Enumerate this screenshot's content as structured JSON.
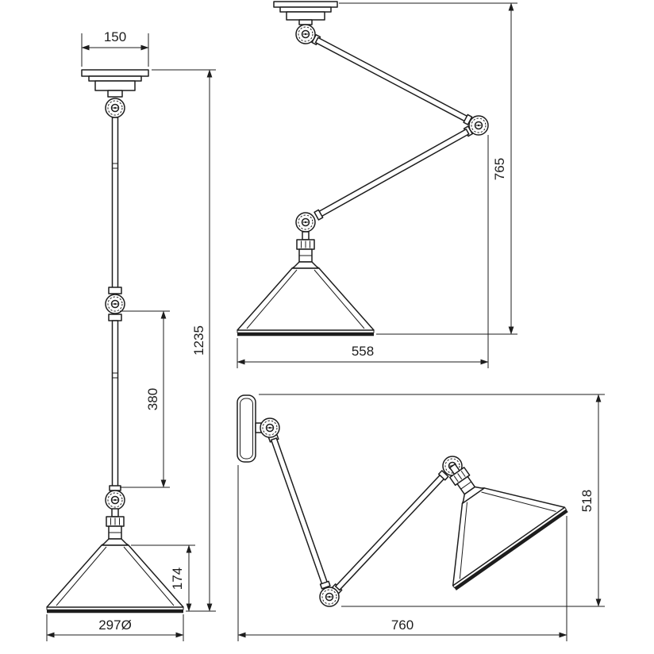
{
  "drawing": {
    "kind": "technical dimension drawing",
    "subject": "articulated pendant / wall lamp, three orthographic views",
    "colors": {
      "line": "#1d1d1d",
      "background": "#ffffff"
    }
  },
  "views": {
    "pendant_front": {
      "label": "straight pendant view",
      "dimensions": {
        "canopy_width": "150",
        "overall_height": "1235",
        "arm_section": "380",
        "shade_height": "174",
        "shade_diameter": "297Ø"
      }
    },
    "ceiling_articulated": {
      "label": "ceiling mounted articulated view",
      "dimensions": {
        "width": "558",
        "height": "765"
      }
    },
    "wall_articulated": {
      "label": "wall mounted articulated view",
      "dimensions": {
        "width": "760",
        "height": "518"
      }
    }
  }
}
